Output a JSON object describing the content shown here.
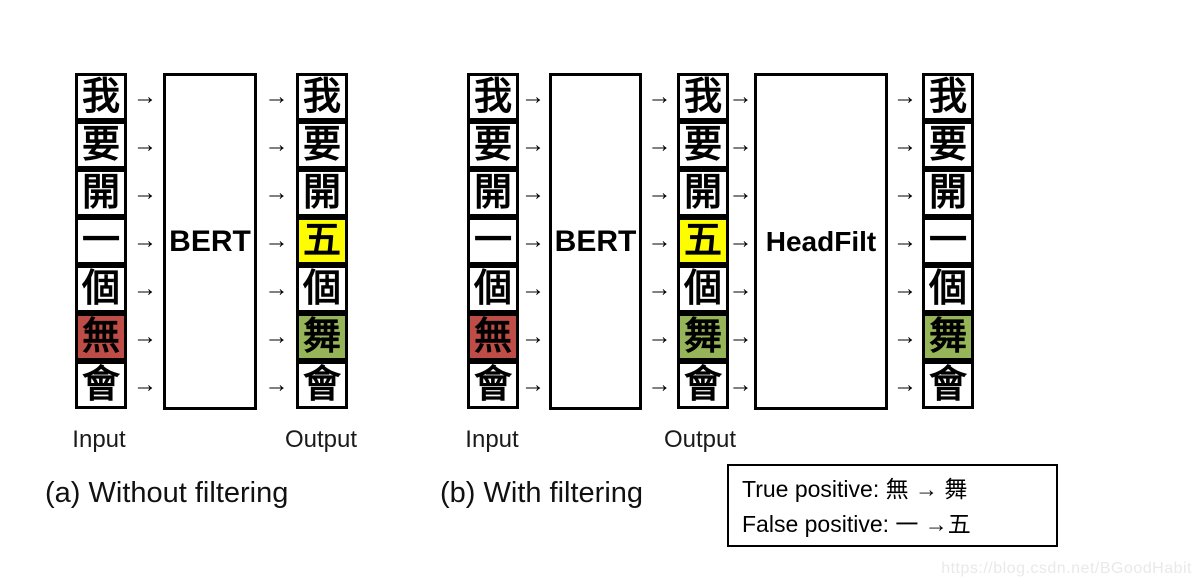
{
  "colors": {
    "red": "#bf4d47",
    "yellow": "#fdfd00",
    "green": "#96b559",
    "none": "#ffffff"
  },
  "arrow_glyph": "→",
  "panel_a": {
    "caption": "(a) Without filtering",
    "input_label": "Input",
    "output_label": "Output",
    "model_label": "BERT",
    "input": [
      {
        "char": "我",
        "highlight": "none"
      },
      {
        "char": "要",
        "highlight": "none"
      },
      {
        "char": "開",
        "highlight": "none"
      },
      {
        "char": "一",
        "highlight": "none"
      },
      {
        "char": "個",
        "highlight": "none"
      },
      {
        "char": "無",
        "highlight": "red"
      },
      {
        "char": "會",
        "highlight": "none"
      }
    ],
    "output": [
      {
        "char": "我",
        "highlight": "none"
      },
      {
        "char": "要",
        "highlight": "none"
      },
      {
        "char": "開",
        "highlight": "none"
      },
      {
        "char": "五",
        "highlight": "yellow"
      },
      {
        "char": "個",
        "highlight": "none"
      },
      {
        "char": "舞",
        "highlight": "green"
      },
      {
        "char": "會",
        "highlight": "none"
      }
    ]
  },
  "panel_b": {
    "caption": "(b) With filtering",
    "input_label": "Input",
    "output_label": "Output",
    "model_label": "BERT",
    "filter_label": "HeadFilt",
    "input": [
      {
        "char": "我",
        "highlight": "none"
      },
      {
        "char": "要",
        "highlight": "none"
      },
      {
        "char": "開",
        "highlight": "none"
      },
      {
        "char": "一",
        "highlight": "none"
      },
      {
        "char": "個",
        "highlight": "none"
      },
      {
        "char": "無",
        "highlight": "red"
      },
      {
        "char": "會",
        "highlight": "none"
      }
    ],
    "bert_output": [
      {
        "char": "我",
        "highlight": "none"
      },
      {
        "char": "要",
        "highlight": "none"
      },
      {
        "char": "開",
        "highlight": "none"
      },
      {
        "char": "五",
        "highlight": "yellow"
      },
      {
        "char": "個",
        "highlight": "none"
      },
      {
        "char": "舞",
        "highlight": "green"
      },
      {
        "char": "會",
        "highlight": "none"
      }
    ],
    "final_output": [
      {
        "char": "我",
        "highlight": "none"
      },
      {
        "char": "要",
        "highlight": "none"
      },
      {
        "char": "開",
        "highlight": "none"
      },
      {
        "char": "一",
        "highlight": "none"
      },
      {
        "char": "個",
        "highlight": "none"
      },
      {
        "char": "舞",
        "highlight": "green"
      },
      {
        "char": "會",
        "highlight": "none"
      }
    ]
  },
  "legend": {
    "line1": "True positive: 無 → 舞",
    "line2": "False positive: 一 →五"
  },
  "watermark": "https://blog.csdn.net/BGoodHabit"
}
